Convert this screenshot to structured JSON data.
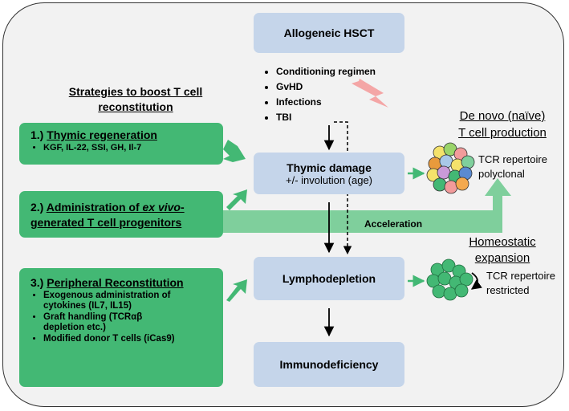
{
  "nodes": {
    "allogeneic": "Allogeneic HSCT",
    "thymic_damage": "Thymic damage",
    "thymic_damage_sub": "+/- involution (age)",
    "lymphodepletion": "Lymphodepletion",
    "immunodeficiency": "Immunodeficiency"
  },
  "factors": [
    "Conditioning regimen",
    "GvHD",
    "Infections",
    "TBI"
  ],
  "strategies_title_line1": "Strategies to boost T cell",
  "strategies_title_line2": "reconstitution",
  "strategy1": {
    "number": "1.) ",
    "title": "Thymic regeneration",
    "items": [
      "KGF, IL-22, SSI, GH, Il-7"
    ]
  },
  "strategy2": {
    "number": "2.) ",
    "title_a": "Administration of ",
    "title_em": "ex vivo",
    "title_b": "-",
    "title_line2": "generated T cell progenitors"
  },
  "strategy3": {
    "number": "3.) ",
    "title": "Peripheral Reconstitution",
    "items": [
      "Exogenous administration of cytokines (IL7, IL15)",
      "Graft handling (TCRαβ depletion etc.)",
      "Modified donor T cells (iCas9)"
    ]
  },
  "acceleration": "Acceleration",
  "denovo_line1": "De novo (naïve)",
  "denovo_line2": "T cell production",
  "tcr_poly_line1": "TCR repertoire",
  "tcr_poly_line2": "polyclonal",
  "homeostatic_line1": "Homeostatic",
  "homeostatic_line2": "expansion",
  "tcr_res_line1": "TCR repertoire",
  "tcr_res_line2": "restricted",
  "colors": {
    "node_fill": "#c5d5ea",
    "green_box": "#43b874",
    "green_arrow": "#7fcf9c",
    "lightning": "#f4a6a6"
  }
}
